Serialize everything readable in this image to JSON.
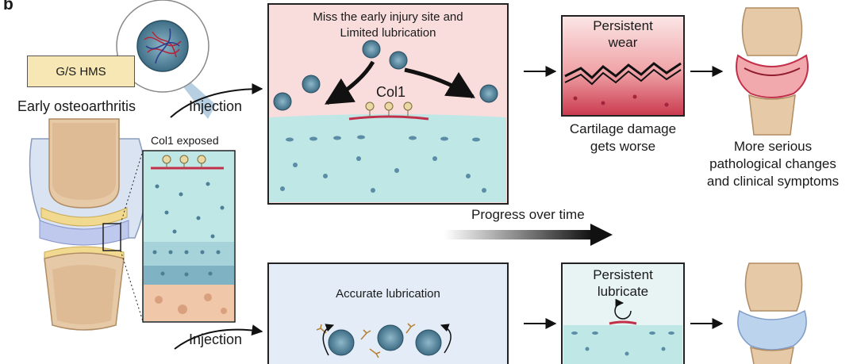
{
  "figure_letter": "b",
  "early": {
    "hms_label": "G/S HMS",
    "stage_label": "Early osteoarthritis",
    "col1_exposed": "Col1 exposed"
  },
  "top": {
    "injection": "Injection",
    "panel_title_line1": "Miss the  early injury site and",
    "panel_title_line2": "Limited lubrication",
    "col1": "Col1",
    "wear_line1": "Persistent",
    "wear_line2": "wear",
    "damage_line1": "Cartilage damage",
    "damage_line2": "gets worse",
    "outcome_line1": "More serious",
    "outcome_line2": "pathological changes",
    "outcome_line3": "and clinical symptoms"
  },
  "progress": "Progress over time",
  "bottom": {
    "injection": "Injection",
    "panel_title": "Accurate lubrication",
    "lubricate_line1": "Persistent",
    "lubricate_line2": "lubricate"
  },
  "colors": {
    "pink_bg": "#f9dcdc",
    "cartilage": "#bfe7e6",
    "lesion": "#c2304a",
    "bone": "#e8cfb0",
    "hms_fill": "#f6e7b4",
    "lube_bg": "#e4ecf7"
  }
}
